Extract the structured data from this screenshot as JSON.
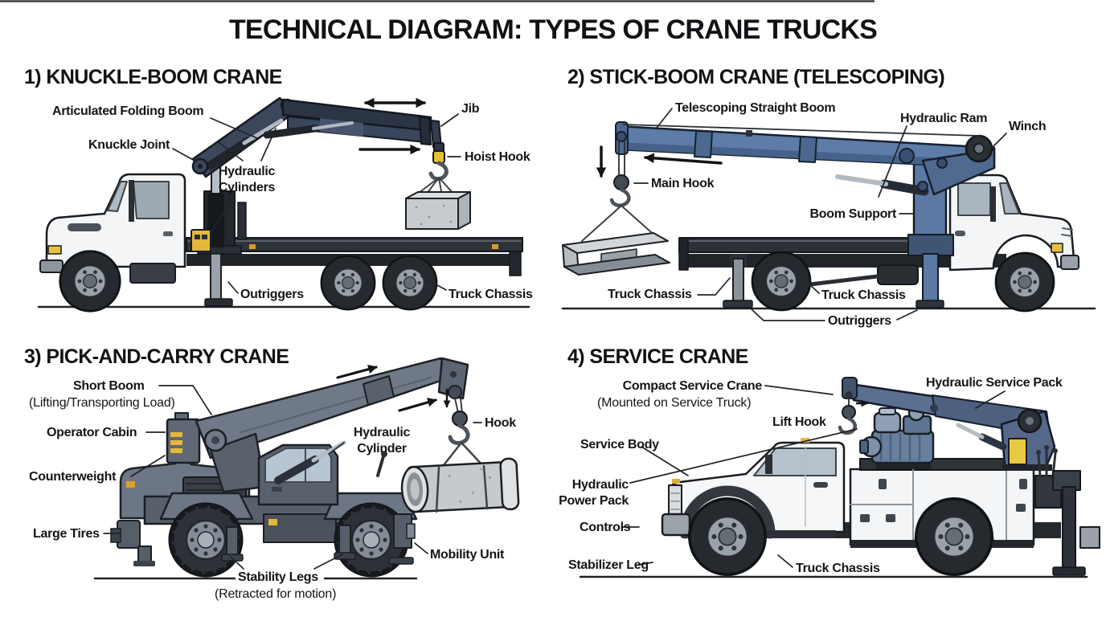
{
  "title": "TECHNICAL DIAGRAM: TYPES OF CRANE TRUCKS",
  "colors": {
    "ink": "#131518",
    "ground": "#202327",
    "dark_navy_boom": "#3c475c",
    "steel_blue": "#5b79a3",
    "machine_gray": "#6d7684",
    "accent_yellow": "#e3b93c",
    "concrete_gray": "#c7cbce"
  },
  "sections": [
    {
      "heading": "1) KNUCKLE-BOOM CRANE",
      "labels": [
        {
          "id": "articulated-folding-boom",
          "text": "Articulated Folding Boom"
        },
        {
          "id": "knuckle-joint",
          "text": "Knuckle Joint"
        },
        {
          "id": "hydraulic-cylinders",
          "text": "Hydraulic\nCylinders"
        },
        {
          "id": "jib",
          "text": "Jib"
        },
        {
          "id": "hoist-hook",
          "text": "Hoist Hook"
        },
        {
          "id": "outriggers",
          "text": "Outriggers"
        },
        {
          "id": "truck-chassis",
          "text": "Truck Chassis"
        }
      ]
    },
    {
      "heading": "2) STICK-BOOM CRANE (TELESCOPING)",
      "labels": [
        {
          "id": "telescoping-straight-boom",
          "text": "Telescoping Straight Boom"
        },
        {
          "id": "hydraulic-ram",
          "text": "Hydraulic Ram"
        },
        {
          "id": "winch",
          "text": "Winch"
        },
        {
          "id": "main-hook",
          "text": "Main Hook"
        },
        {
          "id": "boom-support",
          "text": "Boom Support"
        },
        {
          "id": "truck-chassis-left",
          "text": "Truck Chassis"
        },
        {
          "id": "truck-chassis-mid",
          "text": "Truck Chassis"
        },
        {
          "id": "outriggers",
          "text": "Outriggers"
        }
      ]
    },
    {
      "heading": "3) PICK-AND-CARRY CRANE",
      "labels": [
        {
          "id": "short-boom",
          "text": "Short Boom"
        },
        {
          "id": "lifting-note",
          "text": "(Lifting/Transporting Load)"
        },
        {
          "id": "operator-cabin",
          "text": "Operator Cabin"
        },
        {
          "id": "counterweight",
          "text": "Counterweight"
        },
        {
          "id": "hydraulic-cylinder",
          "text": "Hydraulic\nCylinder"
        },
        {
          "id": "hook",
          "text": "Hook"
        },
        {
          "id": "large-tires",
          "text": "Large Tires"
        },
        {
          "id": "mobility-unit",
          "text": "Mobility Unit"
        },
        {
          "id": "stability-legs",
          "text": "Stability Legs"
        },
        {
          "id": "retracted-note",
          "text": "(Retracted for motion)"
        }
      ]
    },
    {
      "heading": "4) SERVICE CRANE",
      "labels": [
        {
          "id": "compact-service-crane",
          "text": "Compact Service Crane"
        },
        {
          "id": "mounted-note",
          "text": "(Mounted on Service Truck)"
        },
        {
          "id": "lift-hook",
          "text": "Lift Hook"
        },
        {
          "id": "hydraulic-service-pack",
          "text": "Hydraulic Service Pack"
        },
        {
          "id": "service-body",
          "text": "Service Body"
        },
        {
          "id": "hydraulic-power-pack",
          "text": "Hydraulic\nPower Pack"
        },
        {
          "id": "controls",
          "text": "Controls"
        },
        {
          "id": "stabilizer-leg",
          "text": "Stabilizer Leg"
        },
        {
          "id": "truck-chassis",
          "text": "Truck Chassis"
        }
      ]
    }
  ]
}
